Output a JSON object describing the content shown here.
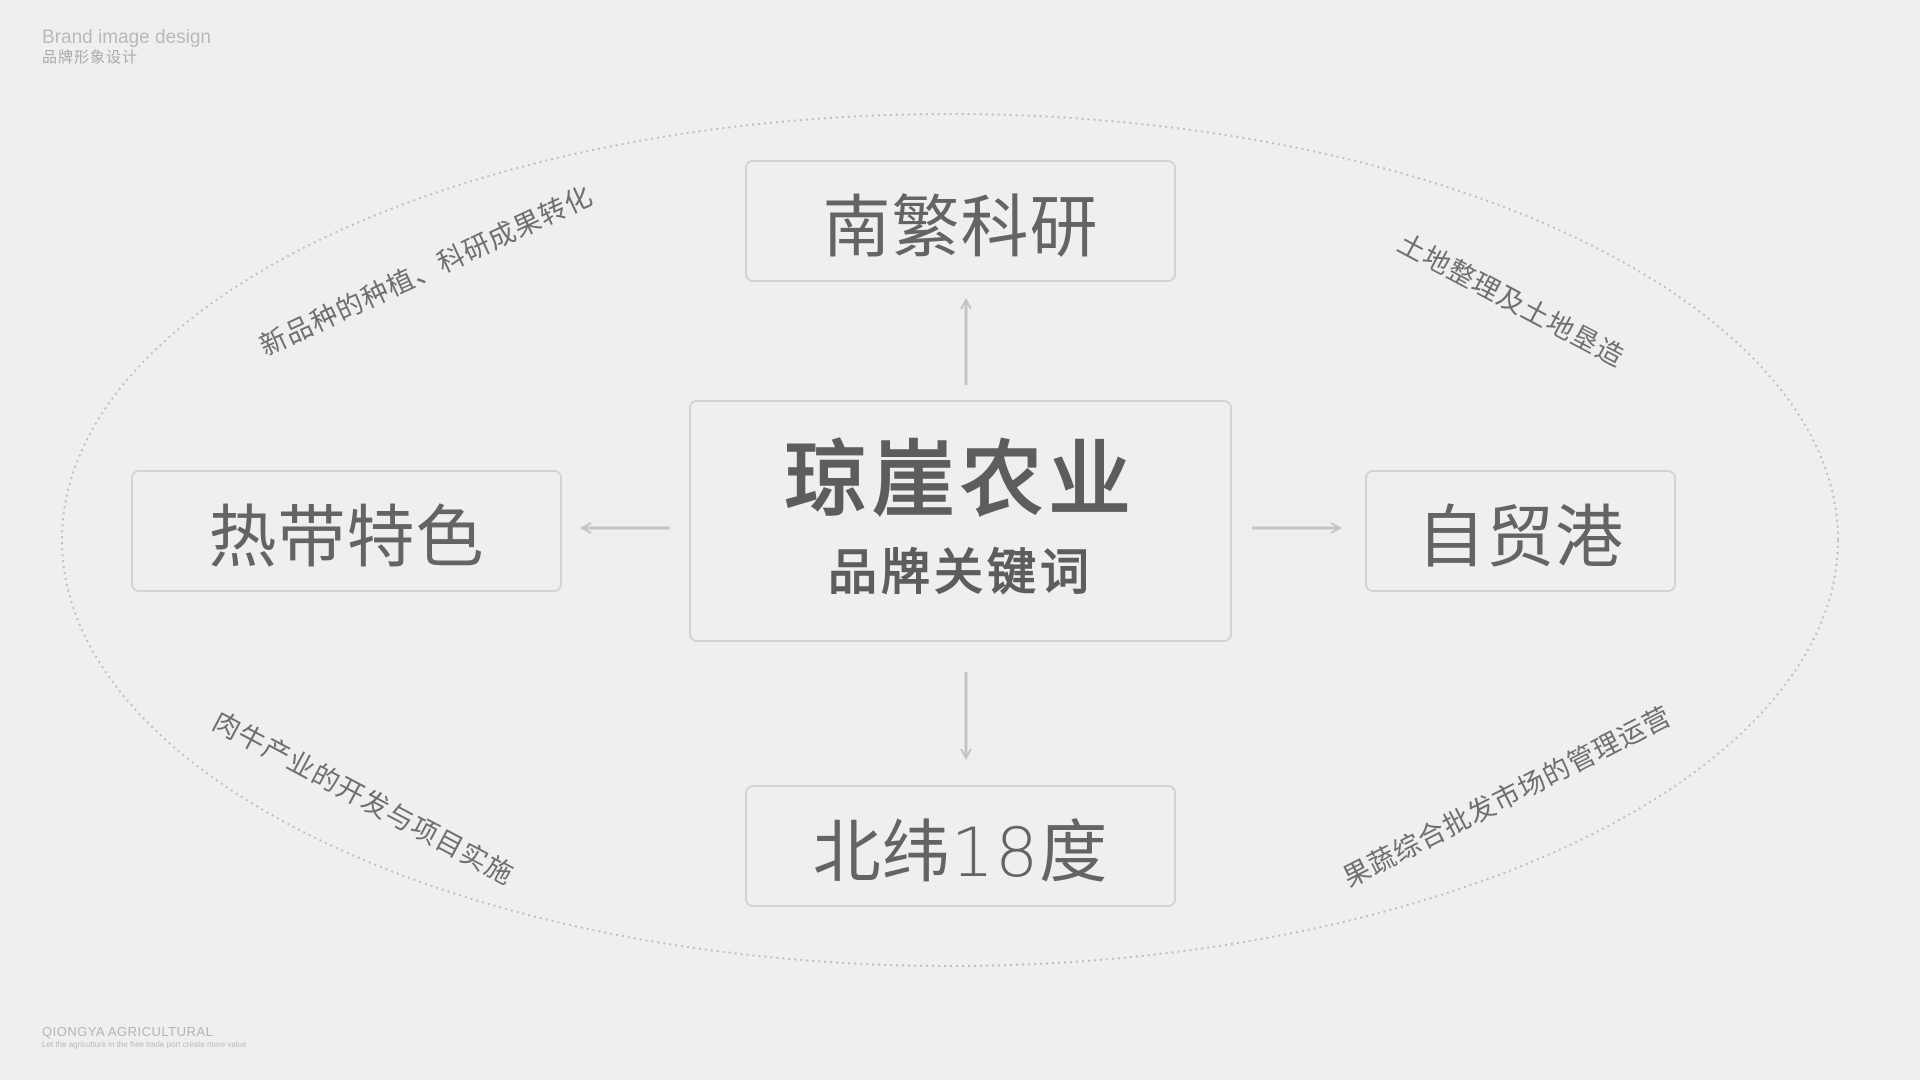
{
  "header": {
    "brand_en": "Brand image design",
    "brand_cn": "品牌形象设计"
  },
  "footer": {
    "brand": "QIONGYA AGRICULTURAL",
    "slogan": "Let the agriculture in the free trade port create more value"
  },
  "center": {
    "title": "琼崖农业",
    "subtitle": "品牌关键词"
  },
  "keywords": {
    "top": "南繁科研",
    "left": "热带特色",
    "right": "自贸港",
    "bottom": "北纬18度"
  },
  "notes": {
    "top_left": "新品种的种植、科研成果转化",
    "top_right": "土地整理及土地垦造",
    "bottom_left": "肉牛产业的开发与项目实施",
    "bottom_right": "果蔬综合批发市场的管理运营"
  },
  "colors": {
    "background": "#efefef",
    "border": "#d3d3d3",
    "text": "#646464",
    "arrow": "#c4c4c4",
    "ellipse": "#bdbdbd"
  }
}
